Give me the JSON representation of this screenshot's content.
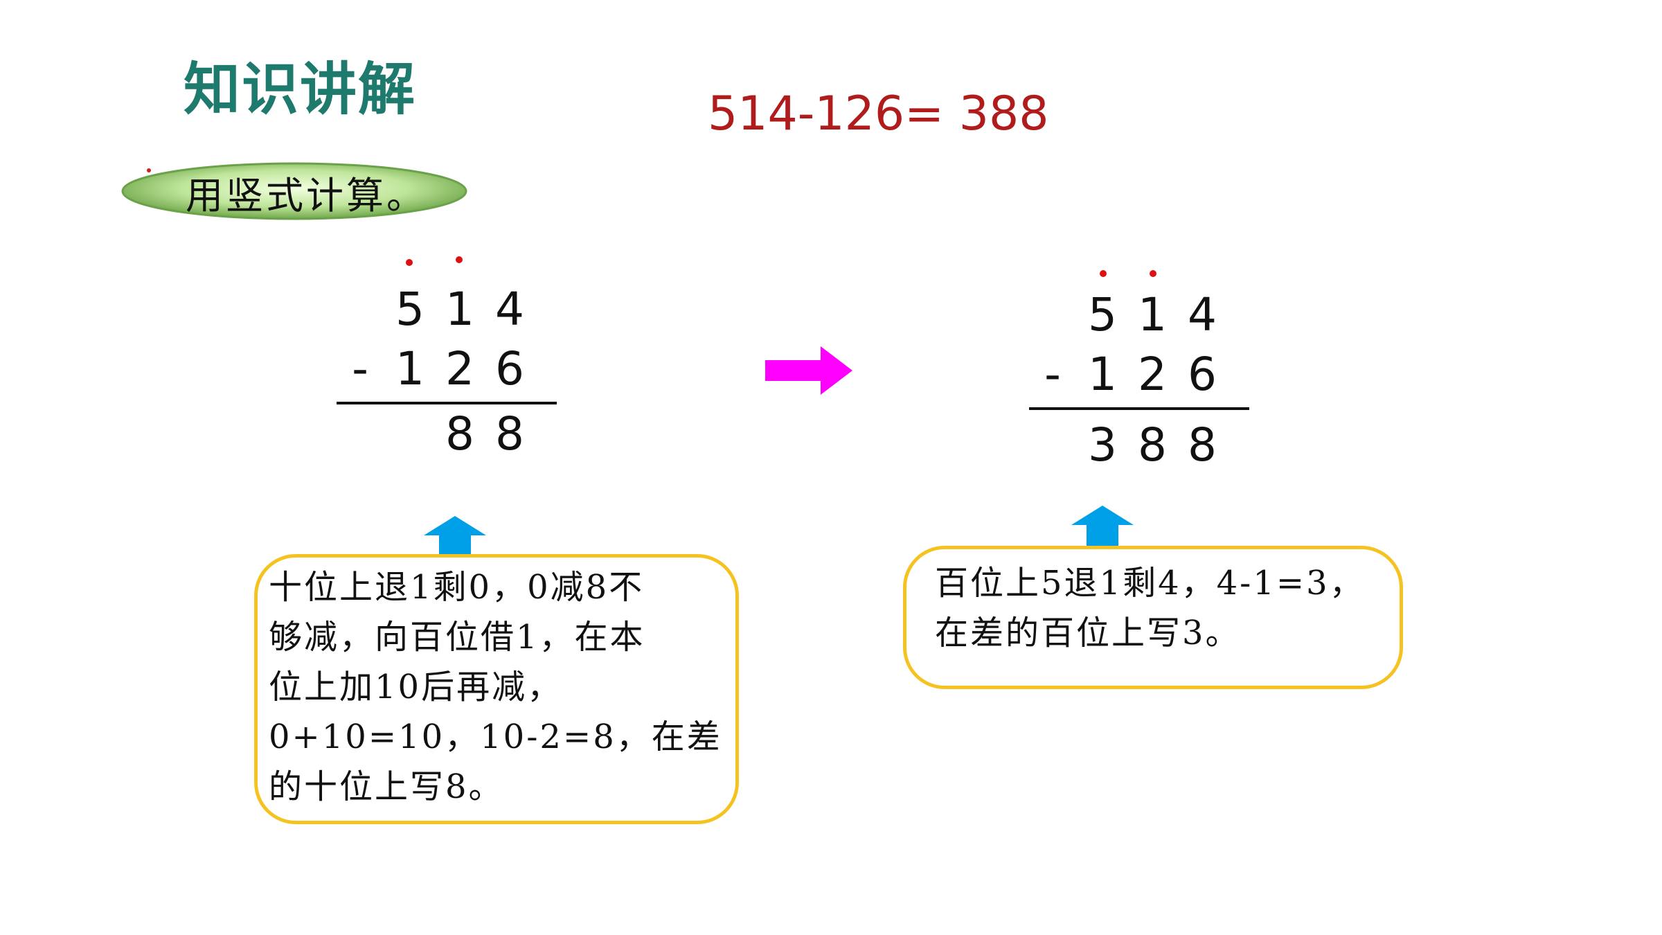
{
  "title": "知识讲解",
  "equation": "514-126= 388",
  "instruction": "用竖式计算。",
  "left_calc": {
    "top_digits": [
      "5",
      "1",
      "4"
    ],
    "minus": "-",
    "bottom_digits": [
      "1",
      "2",
      "6"
    ],
    "result_digits": [
      "",
      "8",
      "8"
    ]
  },
  "right_calc": {
    "top_digits": [
      "5",
      "1",
      "4"
    ],
    "minus": "-",
    "bottom_digits": [
      "1",
      "2",
      "6"
    ],
    "result_digits": [
      "3",
      "8",
      "8"
    ]
  },
  "left_note": {
    "lines": [
      "十位上退1剩0，0减8不",
      "够减，向百位借1，在本",
      "位上加10后再减，",
      "0+10=10，10-2=8，在差",
      "的十位上写8。"
    ]
  },
  "right_note": {
    "lines": [
      "百位上5退1剩4，4-1=3，",
      "在差的百位上写3。"
    ]
  },
  "colors": {
    "title": "#1f7a6e",
    "equation": "#b01b1b",
    "arrow_right": "#ff00ff",
    "arrow_up": "#00a0e9",
    "callout_border": "#f5c321",
    "borrow_dot": "#dd1111"
  },
  "icons": {
    "transition_arrow": "right-arrow-icon",
    "pointer_arrow": "up-arrow-icon"
  }
}
